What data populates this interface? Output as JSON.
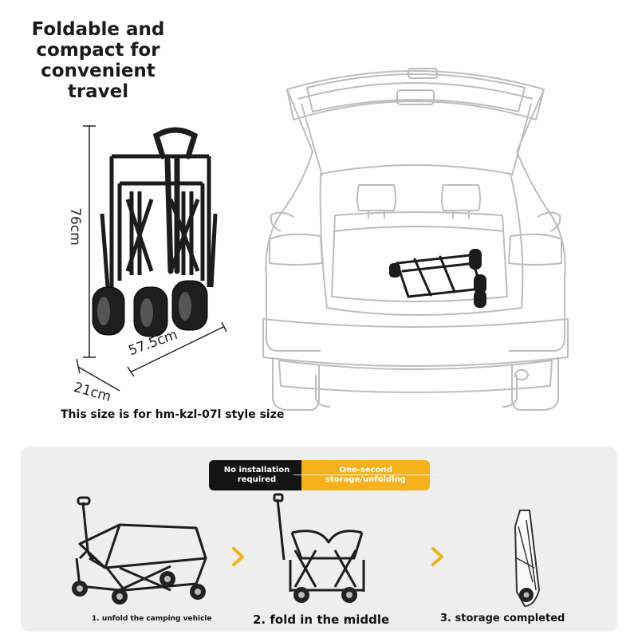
{
  "headline": {
    "lines": [
      "Foldable and",
      "compact for",
      "convenient",
      "travel"
    ]
  },
  "dimensions": {
    "height": "76cm",
    "depth": "57.5cm",
    "width": "21cm"
  },
  "size_note": "This size is for hm-kzl-07l style size",
  "badges": {
    "left": "No installation required",
    "right": "One-second storage/unfolding"
  },
  "steps": [
    {
      "label": "1. unfold the camping vehicle"
    },
    {
      "label": "2. fold in the middle"
    },
    {
      "label": "3. storage completed"
    }
  ],
  "colors": {
    "accent": "#f5b21a",
    "dark": "#141414",
    "panel": "#efefef"
  },
  "icons": [
    "chevron-right-icon",
    "chevron-right-icon"
  ]
}
